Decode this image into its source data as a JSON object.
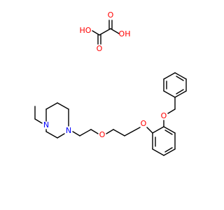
{
  "diagram": {
    "colors": {
      "bond": "#000000",
      "O": "#ff0000",
      "N": "#0000ff",
      "C": "#000000"
    },
    "labels": {
      "ho_left": "HO",
      "oh_right": "OH",
      "o_carbonyl_left": "O",
      "o_carbonyl_right": "O",
      "n_ethyl": "N",
      "n_chain": "N",
      "o_ether_mid": "O",
      "o_phenoxy": "O",
      "o_benzyloxy": "O"
    }
  }
}
